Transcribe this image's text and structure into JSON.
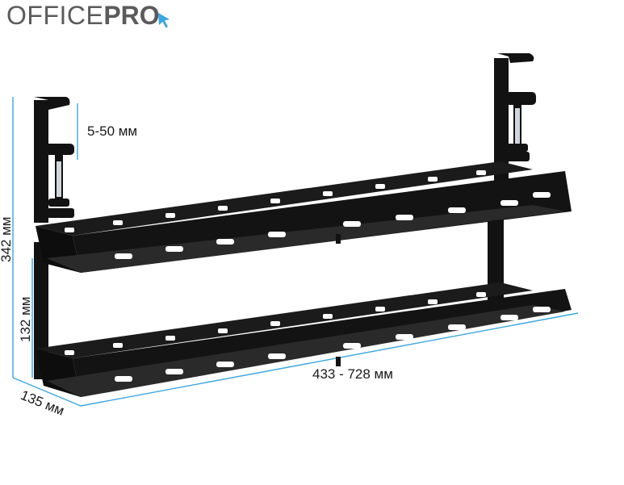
{
  "brand": {
    "name_part1": "OFFICE",
    "name_part2": "PRO",
    "accent_color": "#3aa7e0",
    "text_color": "#5b5b5b",
    "icon": "cursor-arrow-icon"
  },
  "product": {
    "body_color": "#111111",
    "dimension_line_color": "#3aa7e0"
  },
  "dimensions": {
    "clamp_range": "5-50 мм",
    "total_height": "342 мм",
    "tier_spacing": "132 мм",
    "depth": "135 мм",
    "width_range": "433 - 728 мм"
  }
}
